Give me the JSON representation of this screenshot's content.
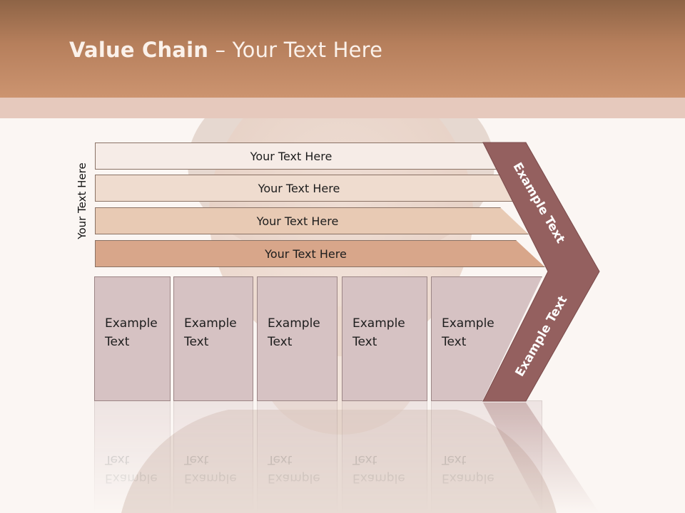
{
  "slide": {
    "title_bold": "Value Chain",
    "title_rest": " – Your Text Here"
  },
  "side_label": "Your Text Here",
  "bands": [
    {
      "label": "Your Text Here",
      "color": "#f6ece7"
    },
    {
      "label": "Your Text Here",
      "color": "#efdccf"
    },
    {
      "label": "Your Text Here",
      "color": "#e8cab4"
    },
    {
      "label": "Your Text Here",
      "color": "#d8a68a"
    }
  ],
  "cells": [
    {
      "label": "Example Text"
    },
    {
      "label": "Example Text"
    },
    {
      "label": "Example Text"
    },
    {
      "label": "Example Text"
    },
    {
      "label": "Example Text"
    }
  ],
  "chevron": {
    "upper_label": "Example Text",
    "lower_label": "Example Text",
    "color": "#94605f"
  }
}
